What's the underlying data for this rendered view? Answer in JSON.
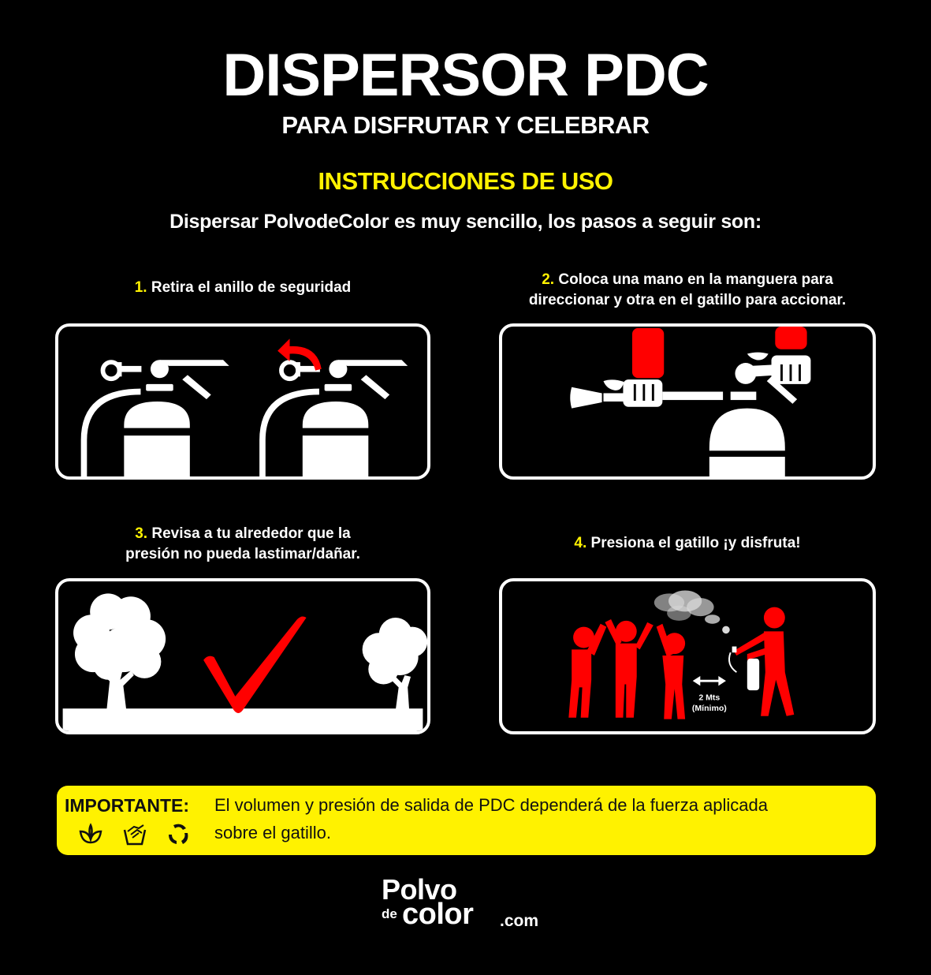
{
  "header": {
    "title": "DISPERSOR PDC",
    "subtitle": "PARA DISFRUTAR Y CELEBRAR",
    "section_title": "INSTRUCCIONES DE USO",
    "intro": "Dispersar PolvodeColor es muy sencillo, los pasos a seguir son:"
  },
  "colors": {
    "background": "#000000",
    "accent_yellow": "#FFF200",
    "accent_red": "#FF0000",
    "text_white": "#FFFFFF"
  },
  "steps": [
    {
      "number": "1.",
      "line1": "Retira el anillo de seguridad",
      "line2": "",
      "illustration": "extinguisher-remove-safety-ring-icon"
    },
    {
      "number": "2.",
      "line1": "Coloca una mano en la manguera para",
      "line2": "direccionar y otra en el gatillo para accionar.",
      "illustration": "hands-on-hose-and-trigger-icon"
    },
    {
      "number": "3.",
      "line1": "Revisa a tu alrededor que la",
      "line2": "presión no pueda lastimar/dañar.",
      "illustration": "trees-with-checkmark-icon"
    },
    {
      "number": "4.",
      "line1": "Presiona el gatillo ¡y disfruta!",
      "line2": "",
      "illustration": "people-celebrating-spray-icon",
      "distance_value": "2 Mts",
      "distance_note": "(Mínimo)"
    }
  ],
  "important": {
    "label": "IMPORTANTE:",
    "text_line1": "El volumen y presión de salida de PDC dependerá de la fuerza  aplicada",
    "text_line2": "sobre el gatillo.",
    "icons": [
      "leaf-icon",
      "handshake-basin-icon",
      "recycle-leaves-icon"
    ]
  },
  "logo": {
    "line1": "Polvo",
    "prefix": "de",
    "word": "color",
    "suffix": ".com"
  }
}
